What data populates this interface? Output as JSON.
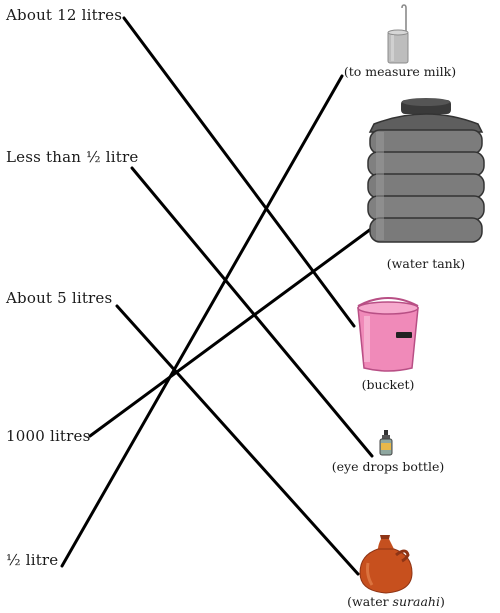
{
  "quantities": [
    {
      "label": "About 12 litres"
    },
    {
      "label": "Less than ½ litre"
    },
    {
      "label": "About 5 litres"
    },
    {
      "label": "1000 litres"
    },
    {
      "label": "½ litre"
    }
  ],
  "containers": {
    "measure": {
      "caption": "(to measure milk)"
    },
    "tank": {
      "caption": "(water tank)"
    },
    "bucket": {
      "caption": "(bucket)"
    },
    "eyedrops": {
      "caption": "(eye drops bottle)"
    },
    "suraahi": {
      "caption_pre": "(water ",
      "caption_em": "suraahi",
      "caption_post": ")"
    }
  },
  "matches": [
    {
      "quantity": "About 12 litres",
      "container": "bucket"
    },
    {
      "quantity": "Less than ½ litre",
      "container": "eye drops bottle"
    },
    {
      "quantity": "About 5 litres",
      "container": "water suraahi"
    },
    {
      "quantity": "1000 litres",
      "container": "water tank"
    },
    {
      "quantity": "½ litre",
      "container": "to measure milk"
    }
  ],
  "colors": {
    "line": "#000000",
    "bucket": "#ee7fb2",
    "tank": "#7a7a7a",
    "suraahi": "#c24a1e",
    "measure": "#b5b5b5"
  }
}
